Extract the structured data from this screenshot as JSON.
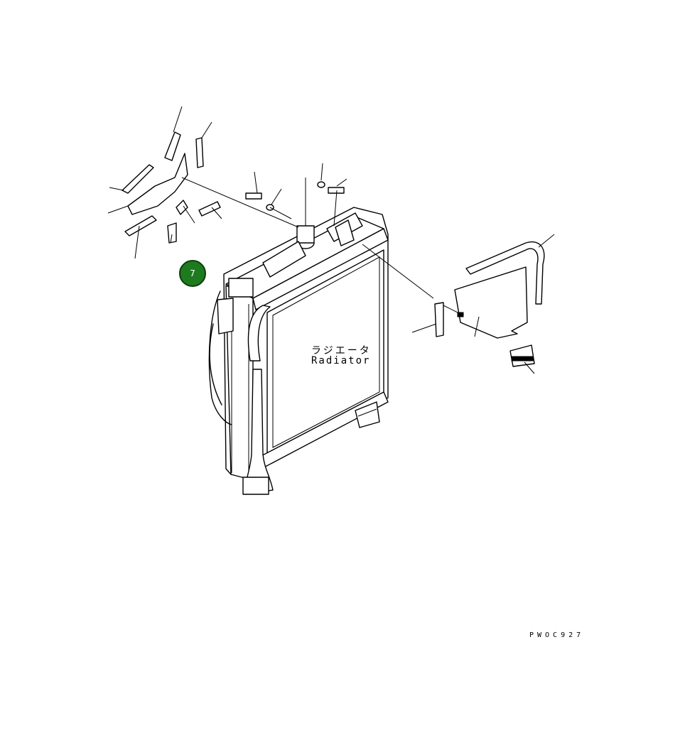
{
  "diagram": {
    "part_label_jp": "ラジエータ",
    "part_label_en": "Radiator",
    "figure_code": "PWOC927",
    "callout_badge": {
      "number": "7",
      "color": "#1e7a1e"
    },
    "line_color": "#000000",
    "background": "#ffffff"
  }
}
